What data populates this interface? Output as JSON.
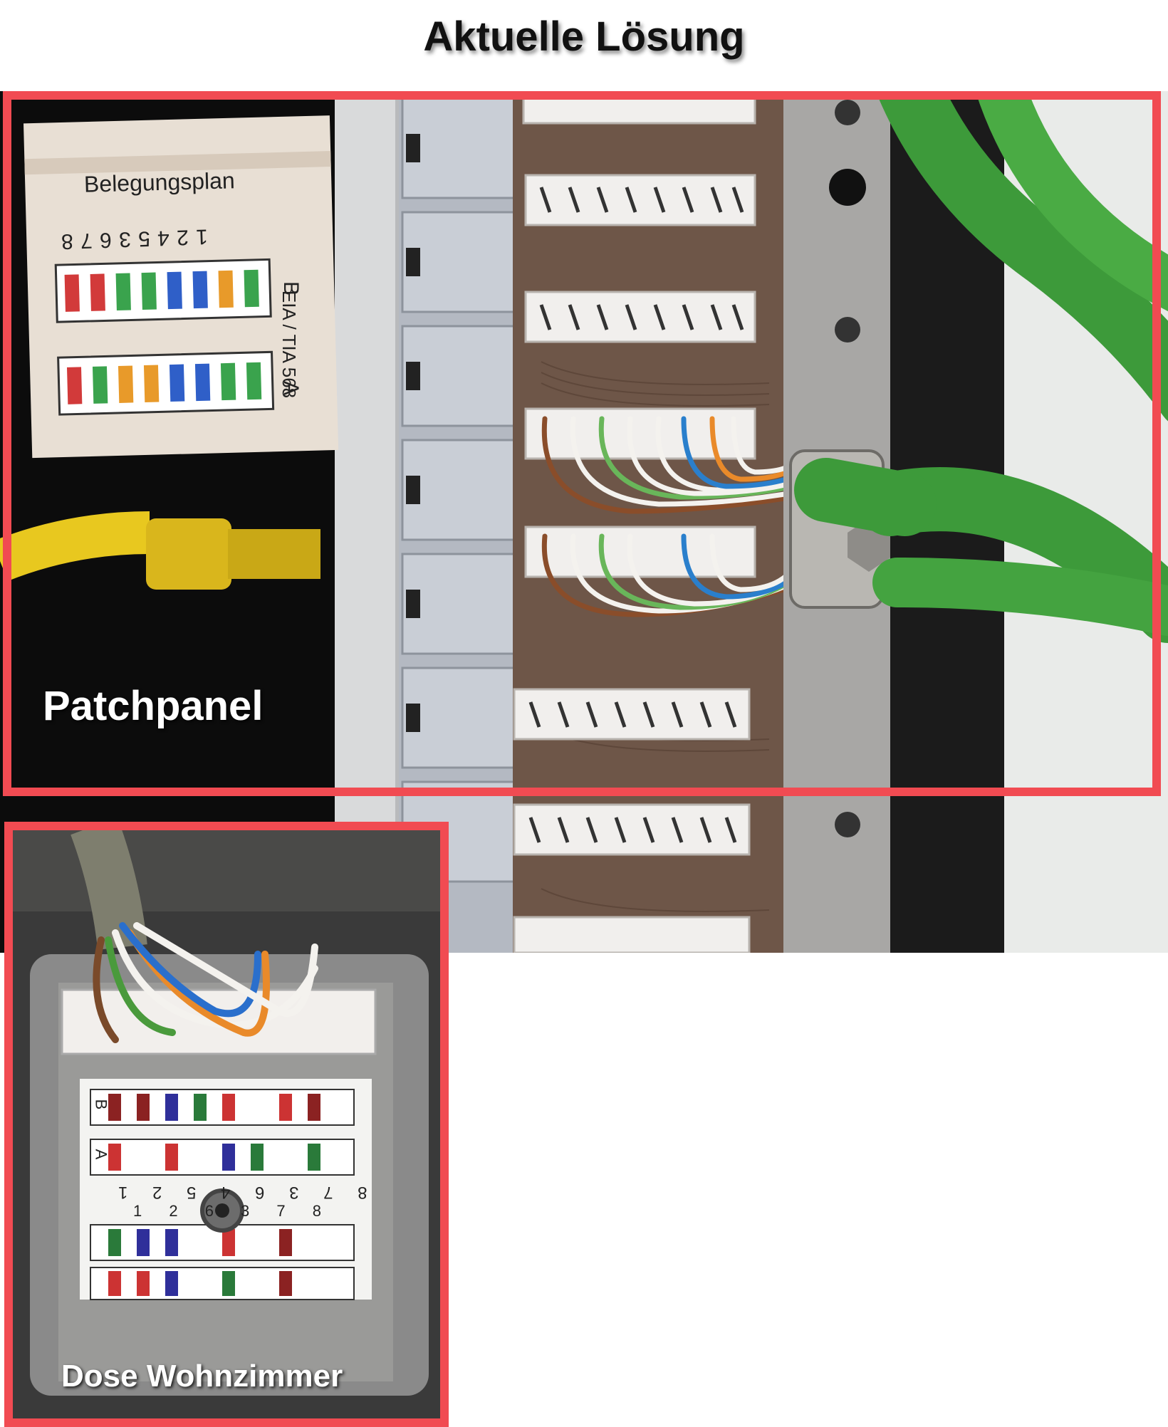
{
  "title": "Aktuelle Lösung",
  "panel_label": "Patchpanel",
  "socket_label": "Dose Wohnzimmer",
  "card": {
    "heading": "Belegungsplan",
    "digits": "1 2 4 5 3 6 7 8",
    "standard": "EIA / TIA 568",
    "row_b": "B",
    "row_a": "A"
  },
  "socket_markings": {
    "row_b": "B",
    "row_a": "A",
    "numbers_top": "8 7 3 6 4 5 2 1",
    "numbers_bottom": "1 2 6 3 7 8"
  },
  "colors": {
    "frame": "#f14b52",
    "cable_green": "#3d9a3a",
    "patch_yellow": "#e8c81f"
  }
}
